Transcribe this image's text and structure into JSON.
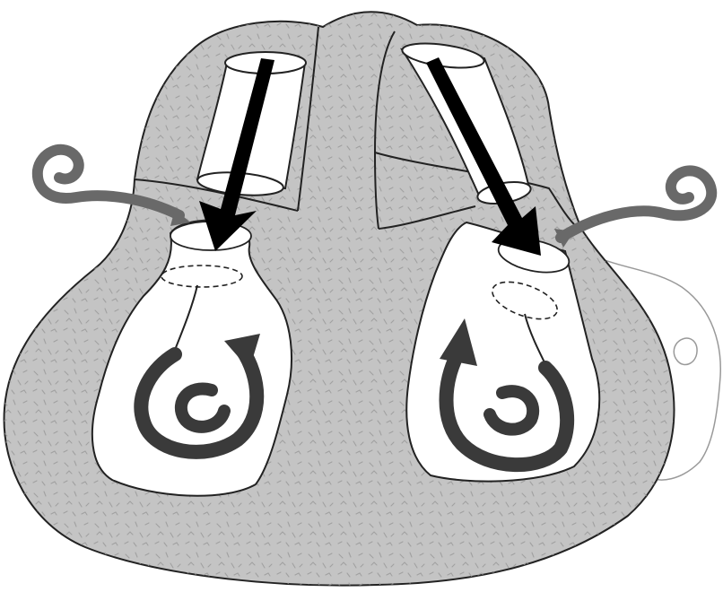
{
  "diagram": {
    "labels": [],
    "colors": {
      "background": "#ffffff",
      "body_fill": "#c4c4c4",
      "texture_mark": "#9a9a9a",
      "outline": "#222222",
      "cavity_fill": "#ffffff",
      "tube_fill": "#ffffff",
      "flow_arrow": "#000000",
      "curl_arrow": "#3a3a3a",
      "spiral_arrow": "#696969",
      "side_structure_outline": "#999999"
    },
    "icons": [
      "straight-down-flow-arrow",
      "curved-circulation-arrow",
      "spiral-curl-arrow"
    ]
  }
}
